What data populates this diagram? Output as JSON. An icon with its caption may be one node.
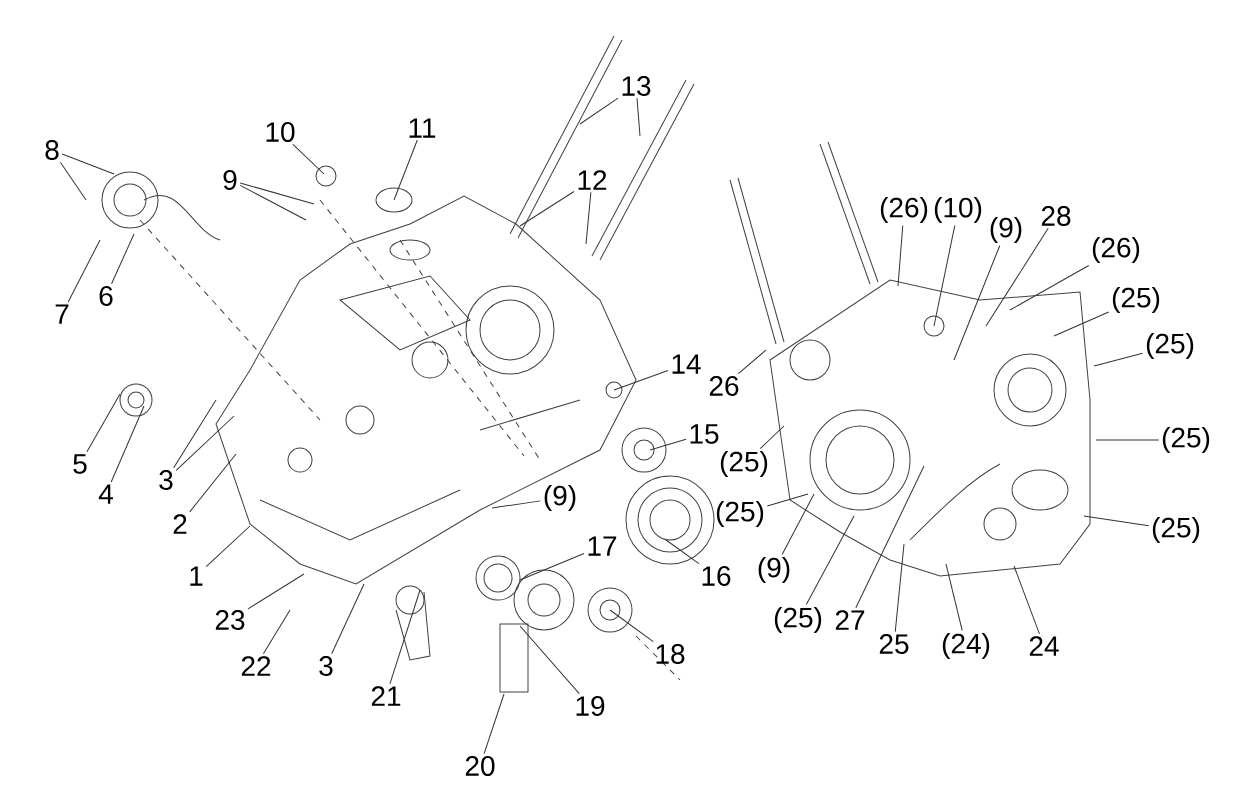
{
  "diagram": {
    "nodes": [
      {
        "text": [
          "13"
        ]
      },
      {
        "text": [
          "10"
        ]
      },
      {
        "text": [
          "11"
        ]
      },
      {
        "text": [
          "8"
        ]
      },
      {
        "text": [
          "9"
        ]
      },
      {
        "text": [
          "12"
        ]
      },
      {
        "text": [
          "(26)"
        ]
      },
      {
        "text": [
          "(10)"
        ]
      },
      {
        "text": [
          "(9)"
        ]
      },
      {
        "text": [
          "28"
        ]
      },
      {
        "text": [
          "(26)"
        ]
      },
      {
        "text": [
          "(25)"
        ]
      },
      {
        "text": [
          "7"
        ]
      },
      {
        "text": [
          "6"
        ]
      },
      {
        "text": [
          "(25)"
        ]
      },
      {
        "text": [
          "14"
        ]
      },
      {
        "text": [
          "26"
        ]
      },
      {
        "text": [
          "15"
        ]
      },
      {
        "text": [
          "(25)"
        ]
      },
      {
        "text": [
          "5"
        ]
      },
      {
        "text": [
          "(25)"
        ]
      },
      {
        "text": [
          "3"
        ]
      },
      {
        "text": [
          "4"
        ]
      },
      {
        "text": [
          "(9)"
        ]
      },
      {
        "text": [
          "(25)"
        ]
      },
      {
        "text": [
          "2"
        ]
      },
      {
        "text": [
          "(25)"
        ]
      },
      {
        "text": [
          "17"
        ]
      },
      {
        "text": [
          "(9)"
        ]
      },
      {
        "text": [
          "1"
        ]
      },
      {
        "text": [
          "16"
        ]
      },
      {
        "text": [
          "23"
        ]
      },
      {
        "text": [
          "27"
        ]
      },
      {
        "text": [
          "(25)"
        ]
      },
      {
        "text": [
          "25"
        ]
      },
      {
        "text": [
          "(24)"
        ]
      },
      {
        "text": [
          "24"
        ]
      },
      {
        "text": [
          "18"
        ]
      },
      {
        "text": [
          "22"
        ]
      },
      {
        "text": [
          "3"
        ]
      },
      {
        "text": [
          "21"
        ]
      },
      {
        "text": [
          "19"
        ]
      },
      {
        "text": [
          "20"
        ]
      }
    ],
    "edges": [
      {
        "from": 0,
        "to": null,
        "arrow": "none"
      },
      {
        "from": 0,
        "to": null,
        "arrow": "none"
      },
      {
        "from": 1,
        "to": null,
        "arrow": "none"
      },
      {
        "from": 2,
        "to": null,
        "arrow": "none"
      },
      {
        "from": 3,
        "to": null,
        "arrow": "none"
      },
      {
        "from": 3,
        "to": null,
        "arrow": "none"
      },
      {
        "from": 4,
        "to": null,
        "arrow": "none"
      },
      {
        "from": 4,
        "to": null,
        "arrow": "none"
      },
      {
        "from": 5,
        "to": null,
        "arrow": "none"
      },
      {
        "from": 5,
        "to": null,
        "arrow": "none"
      },
      {
        "from": 6,
        "to": null,
        "arrow": "none"
      },
      {
        "from": 7,
        "to": null,
        "arrow": "none"
      },
      {
        "from": 8,
        "to": null,
        "arrow": "none"
      },
      {
        "from": 9,
        "to": null,
        "arrow": "none"
      },
      {
        "from": 10,
        "to": null,
        "arrow": "none"
      },
      {
        "from": 11,
        "to": null,
        "arrow": "none"
      },
      {
        "from": 12,
        "to": null,
        "arrow": "none"
      },
      {
        "from": 13,
        "to": null,
        "arrow": "none"
      },
      {
        "from": 14,
        "to": null,
        "arrow": "none"
      },
      {
        "from": 15,
        "to": null,
        "arrow": "none"
      },
      {
        "from": 16,
        "to": null,
        "arrow": "none"
      },
      {
        "from": 17,
        "to": null,
        "arrow": "none"
      },
      {
        "from": 18,
        "to": null,
        "arrow": "none"
      },
      {
        "from": 19,
        "to": null,
        "arrow": "none"
      },
      {
        "from": 20,
        "to": null,
        "arrow": "none"
      },
      {
        "from": 21,
        "to": null,
        "arrow": "none"
      },
      {
        "from": 21,
        "to": null,
        "arrow": "none"
      },
      {
        "from": 22,
        "to": null,
        "arrow": "none"
      },
      {
        "from": 23,
        "to": null,
        "arrow": "none"
      },
      {
        "from": 24,
        "to": null,
        "arrow": "none"
      },
      {
        "from": 25,
        "to": null,
        "arrow": "none"
      },
      {
        "from": 26,
        "to": null,
        "arrow": "none"
      },
      {
        "from": 27,
        "to": null,
        "arrow": "none"
      },
      {
        "from": 28,
        "to": null,
        "arrow": "none"
      },
      {
        "from": 29,
        "to": null,
        "arrow": "none"
      },
      {
        "from": 30,
        "to": null,
        "arrow": "none"
      },
      {
        "from": 31,
        "to": null,
        "arrow": "none"
      },
      {
        "from": 32,
        "to": null,
        "arrow": "none"
      },
      {
        "from": 33,
        "to": null,
        "arrow": "none"
      },
      {
        "from": 34,
        "to": null,
        "arrow": "none"
      },
      {
        "from": 35,
        "to": null,
        "arrow": "none"
      },
      {
        "from": 36,
        "to": null,
        "arrow": "none"
      },
      {
        "from": 37,
        "to": null,
        "arrow": "none"
      },
      {
        "from": 38,
        "to": null,
        "arrow": "none"
      },
      {
        "from": 39,
        "to": null,
        "arrow": "none"
      },
      {
        "from": 40,
        "to": null,
        "arrow": "none"
      },
      {
        "from": 41,
        "to": null,
        "arrow": "none"
      },
      {
        "from": 42,
        "to": null,
        "arrow": "none"
      }
    ]
  }
}
